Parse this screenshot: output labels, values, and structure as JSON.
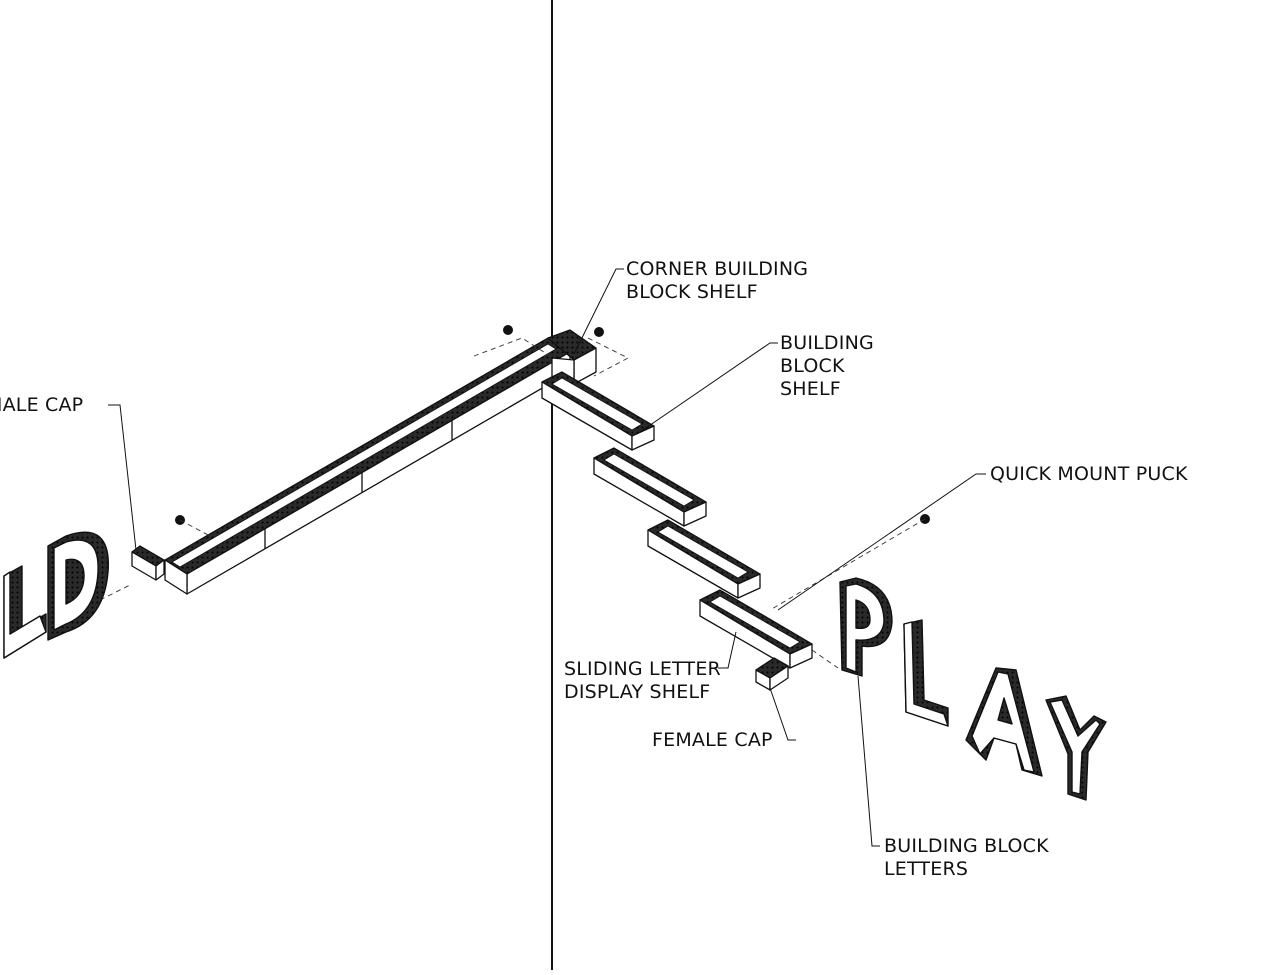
{
  "labels": {
    "male_cap": "MALE CAP",
    "corner_shelf": "CORNER BUILDING\nBLOCK SHELF",
    "block_shelf": "BUILDING\nBLOCK\nSHELF",
    "puck": "QUICK MOUNT PUCK",
    "sliding_shelf": "SLIDING LETTER\nDISPLAY SHELF",
    "female_cap": "FEMALE CAP",
    "letters": "BUILDING BLOCK\nLETTERS"
  },
  "letters_left": [
    "L",
    "D"
  ],
  "letters_right": [
    "P",
    "L",
    "A",
    "Y"
  ],
  "colors": {
    "line": "#111111",
    "fill_dark": "#1a1a1a",
    "background": "#ffffff"
  }
}
